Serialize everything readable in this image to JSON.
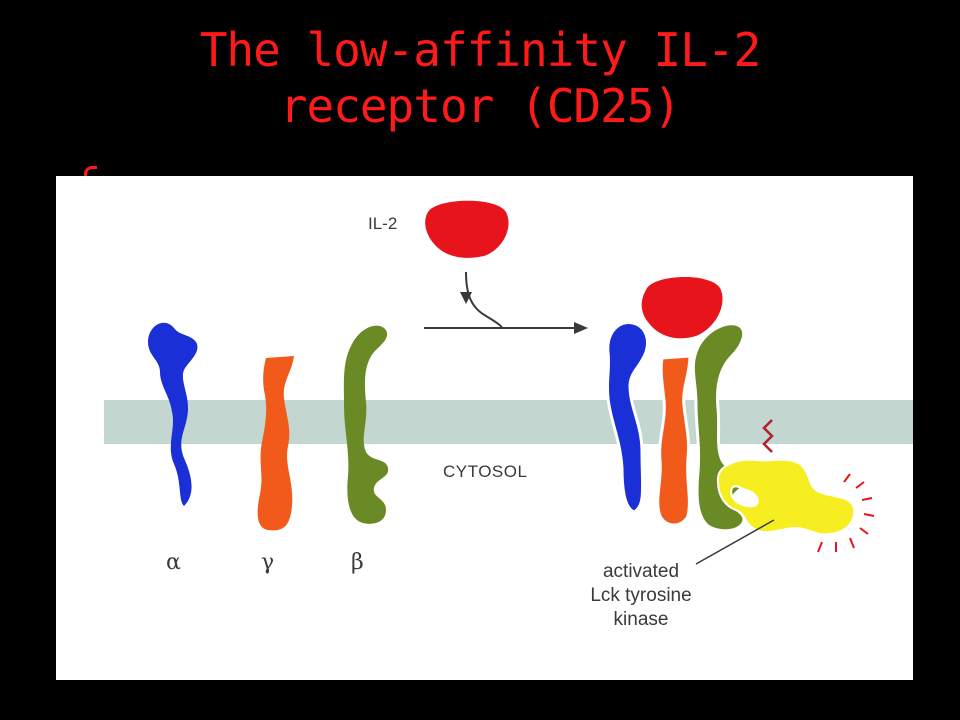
{
  "slide": {
    "title_line1": "The low-affinity IL-2",
    "title_line2": "receptor (CD25)"
  },
  "figure": {
    "ligand_label": "IL-2",
    "compartment_label": "CYTOSOL",
    "subunits": {
      "alpha": "α",
      "gamma": "γ",
      "beta": "β"
    },
    "kinase_label": [
      "activated",
      "Lck tyrosine",
      "kinase"
    ]
  },
  "colors": {
    "title": "#ff1a1a",
    "alpha_subunit": "#1a2fd6",
    "gamma_subunit": "#f25a1c",
    "beta_subunit": "#6a8a26",
    "il2_ligand": "#e8141c",
    "kinase": "#f7ee22",
    "membrane": "#c3d6cf"
  }
}
